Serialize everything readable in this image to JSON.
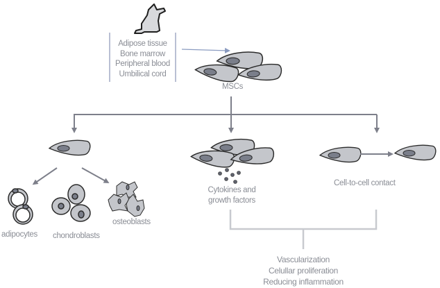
{
  "diagram": {
    "source_animal_icon": "dog-icon",
    "sources": [
      "Adipose tissue",
      "Bone marrow",
      "Peripheral blood",
      "Umbilical cord"
    ],
    "msc_label": "MSCs",
    "differentiation": {
      "cell_types": [
        "adipocytes",
        "chondroblasts",
        "osteoblasts"
      ]
    },
    "paracrine_label": [
      "Cytokines and",
      "growth factors"
    ],
    "contact_label": "Cell-to-cell contact",
    "outcomes": [
      "Vascularization",
      "Celullar proliferation",
      "Reducing inflammation"
    ]
  },
  "colors": {
    "line": "#7d7f8a",
    "source_arrow": "#8a9bc0",
    "cell_fill": "#c4c6cb",
    "nucleus_fill": "#7a7e8a",
    "outline": "#2b2b2b",
    "bracket": "#c8cacf",
    "text": "#8a8d95"
  }
}
